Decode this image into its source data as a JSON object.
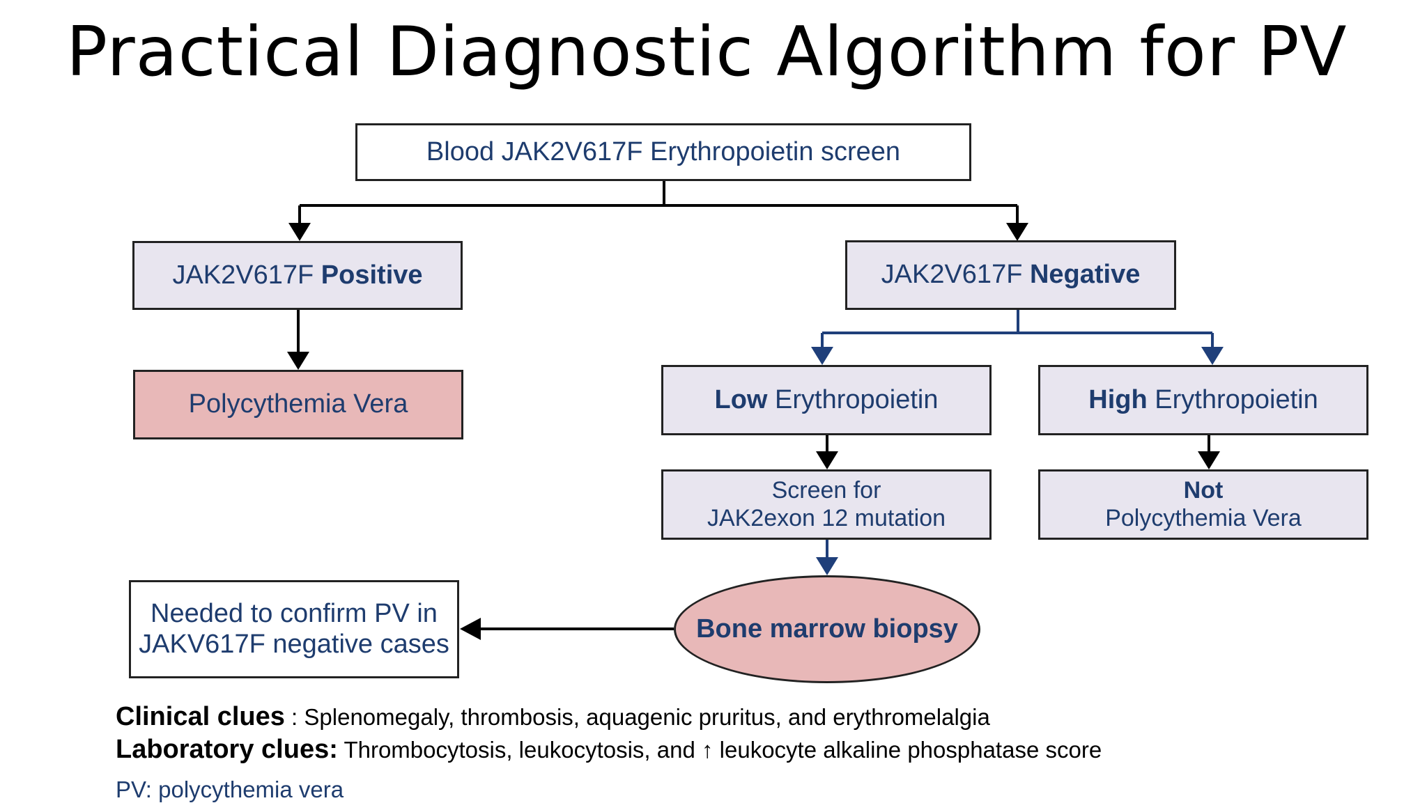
{
  "title": "Practical Diagnostic Algorithm for PV",
  "nodes": {
    "screen": "Blood JAK2V617F Erythropoietin screen",
    "positive": {
      "prefix": "JAK2V617F ",
      "bold": "Positive"
    },
    "negative": {
      "prefix": "JAK2V617F ",
      "bold": "Negative"
    },
    "pv": "Polycythemia Vera",
    "low_epo": {
      "bold": "Low",
      "suffix": " Erythropoietin"
    },
    "high_epo": {
      "bold": "High",
      "suffix": " Erythropoietin"
    },
    "exon12": {
      "line1": "Screen for",
      "line2": "JAK2exon 12 mutation"
    },
    "not_pv": {
      "line1": "Not",
      "line2": "Polycythemia Vera"
    },
    "biopsy": "Bone marrow biopsy",
    "confirm": {
      "line1": "Needed to confirm PV in",
      "line2": "JAKV617F negative cases"
    }
  },
  "clues": {
    "clinical_label": "Clinical clues",
    "clinical_text": " : Splenomegaly, thrombosis, aquagenic pruritus, and erythromelalgia",
    "lab_label": "Laboratory clues:",
    "lab_text": " Thrombocytosis, leukocytosis, and ↑ leukocyte alkaline phosphatase score"
  },
  "footnote": "PV: polycythemia vera",
  "colors": {
    "text_blue": "#1e3c6e",
    "box_lavender": "#e8e5ef",
    "box_pink": "#e8b8b8",
    "arrow_blue": "#1f3f7a"
  }
}
